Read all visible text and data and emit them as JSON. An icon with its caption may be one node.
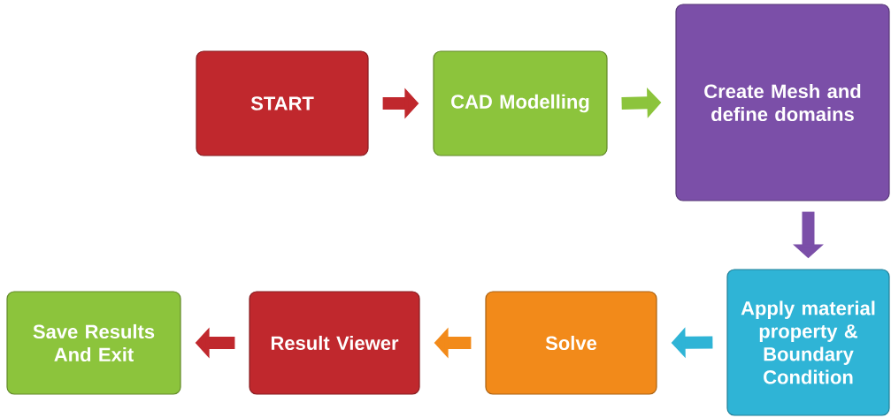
{
  "diagram": {
    "nodes": [
      {
        "text": [
          "START"
        ]
      },
      {
        "text": [
          "CAD Modelling"
        ]
      },
      {
        "text": [
          "Create Mesh and define domains"
        ]
      },
      {
        "text": [
          "Apply material property & Boundary Condition"
        ]
      },
      {
        "text": [
          "Solve"
        ]
      },
      {
        "text": [
          "Result Viewer"
        ]
      },
      {
        "text": [
          "Save Results And Exit"
        ]
      }
    ],
    "edges": [
      {
        "from": 0,
        "to": 1,
        "arrow": "to",
        "color": "#c0282d"
      },
      {
        "from": 1,
        "to": 2,
        "arrow": "to",
        "color": "#8cc43c"
      },
      {
        "from": 2,
        "to": 3,
        "arrow": "to",
        "color": "#7b4fa8"
      },
      {
        "from": 3,
        "to": 4,
        "arrow": "to",
        "color": "#2fb4d6"
      },
      {
        "from": 4,
        "to": 5,
        "arrow": "to",
        "color": "#f28a1a"
      },
      {
        "from": 5,
        "to": 6,
        "arrow": "to",
        "color": "#c0282d"
      }
    ]
  }
}
